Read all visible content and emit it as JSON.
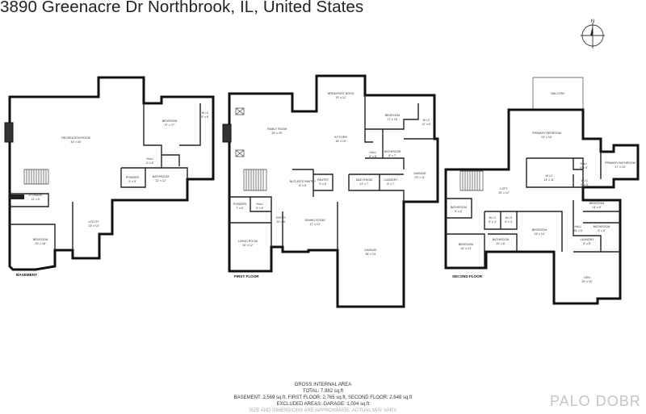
{
  "header": {
    "address": "3890 Greenacre Dr Northbrook, IL, United States"
  },
  "compass": {
    "label": "N"
  },
  "floors": {
    "basement": {
      "label": "BASEMENT",
      "rooms": [
        {
          "name": "RECREATION ROOM",
          "dims": "43' x 40'"
        },
        {
          "name": "BEDROOM",
          "dims": "17' x 17'"
        },
        {
          "name": "W.I.C",
          "dims": "5' x 6'"
        },
        {
          "name": "HALL",
          "dims": "6' x 5'"
        },
        {
          "name": "POWDER",
          "dims": "5' x 5'"
        },
        {
          "name": "BATHROOM",
          "dims": "12' x 12'"
        },
        {
          "name": "STORAGE",
          "dims": "12' x 6'"
        },
        {
          "name": "UTILITY",
          "dims": "15' x 13'"
        },
        {
          "name": "BEDROOM",
          "dims": "20' x 18'"
        }
      ]
    },
    "first": {
      "label": "FIRST FLOOR",
      "rooms": [
        {
          "name": "BREAKFAST NOOK",
          "dims": "15' x 12'"
        },
        {
          "name": "FAMILY ROOM",
          "dims": "25' x 29'"
        },
        {
          "name": "KITCHEN",
          "dims": "16' x 15'"
        },
        {
          "name": "BEDROOM",
          "dims": "17' x 15'"
        },
        {
          "name": "W.I.C",
          "dims": "12' x 6'"
        },
        {
          "name": "HALL",
          "dims": "8' x 6'"
        },
        {
          "name": "BATHROOM",
          "dims": "8' x 7'"
        },
        {
          "name": "BUTLER'S PANTRY",
          "dims": "8' x 6'"
        },
        {
          "name": "PANTRY",
          "dims": "9' x 6'"
        },
        {
          "name": "MUD ROOM",
          "dims": "13' x 7'"
        },
        {
          "name": "LAUNDRY",
          "dims": "8' x 7'"
        },
        {
          "name": "GARAGE",
          "dims": "22' x 11'"
        },
        {
          "name": "POWDER",
          "dims": "7' x 6'"
        },
        {
          "name": "HALL",
          "dims": "6' x 5'"
        },
        {
          "name": "ENTRY",
          "dims": "20' x 8'"
        },
        {
          "name": "DINING ROOM",
          "dims": "17' x 13'"
        },
        {
          "name": "LIVING ROOM",
          "dims": "18' x 12'"
        },
        {
          "name": "GARAGE",
          "dims": "36' x 24'"
        }
      ]
    },
    "second": {
      "label": "SECOND FLOOR",
      "rooms": [
        {
          "name": "BALCONY",
          "dims": ""
        },
        {
          "name": "PRIMARY BEDROOM",
          "dims": "24' x 16'"
        },
        {
          "name": "PRIMARY BATHROOM",
          "dims": "17' x 15'"
        },
        {
          "name": "W.I.C",
          "dims": "14' x 11'"
        },
        {
          "name": "HALL",
          "dims": "9' x 5'"
        },
        {
          "name": "W.I.C",
          "dims": "6' x 5'"
        },
        {
          "name": "LOFT",
          "dims": "15' x 12'"
        },
        {
          "name": "BATHROOM",
          "dims": "8' x 6'"
        },
        {
          "name": "W.I.C",
          "dims": "6' x 4'"
        },
        {
          "name": "W.I.C",
          "dims": "6' x 4'"
        },
        {
          "name": "BEDROOM",
          "dims": "14' x 8'"
        },
        {
          "name": "BEDROOM",
          "dims": "15' x 14'"
        },
        {
          "name": "HALL",
          "dims": "16' x 5'"
        },
        {
          "name": "BATHROOM",
          "dims": "10' x 6'"
        },
        {
          "name": "BATHROOM",
          "dims": "9' x 6'"
        },
        {
          "name": "BEDROOM",
          "dims": "16' x 13'"
        },
        {
          "name": "LAUNDRY",
          "dims": "8' x 6'"
        },
        {
          "name": "DEN",
          "dims": "20' x 19'"
        }
      ]
    }
  },
  "summary": {
    "heading": "GROSS INTERNAL AREA",
    "total": "TOTAL: 7,982 sq.ft",
    "breakdown": "BASEMENT: 2,569 sq.ft, FIRST FLOOR: 2,765 sq.ft, SECOND FLOOR: 2,648 sq.ft",
    "excluded": "EXCLUDED AREAS: GARAGE: 1,004 sq.ft",
    "disclaimer": "SIZE AND DIMENSIONS ARE APPROXIMATE, ACTUAL MAY VARY."
  },
  "brand": {
    "name": "PALO DOBR"
  }
}
